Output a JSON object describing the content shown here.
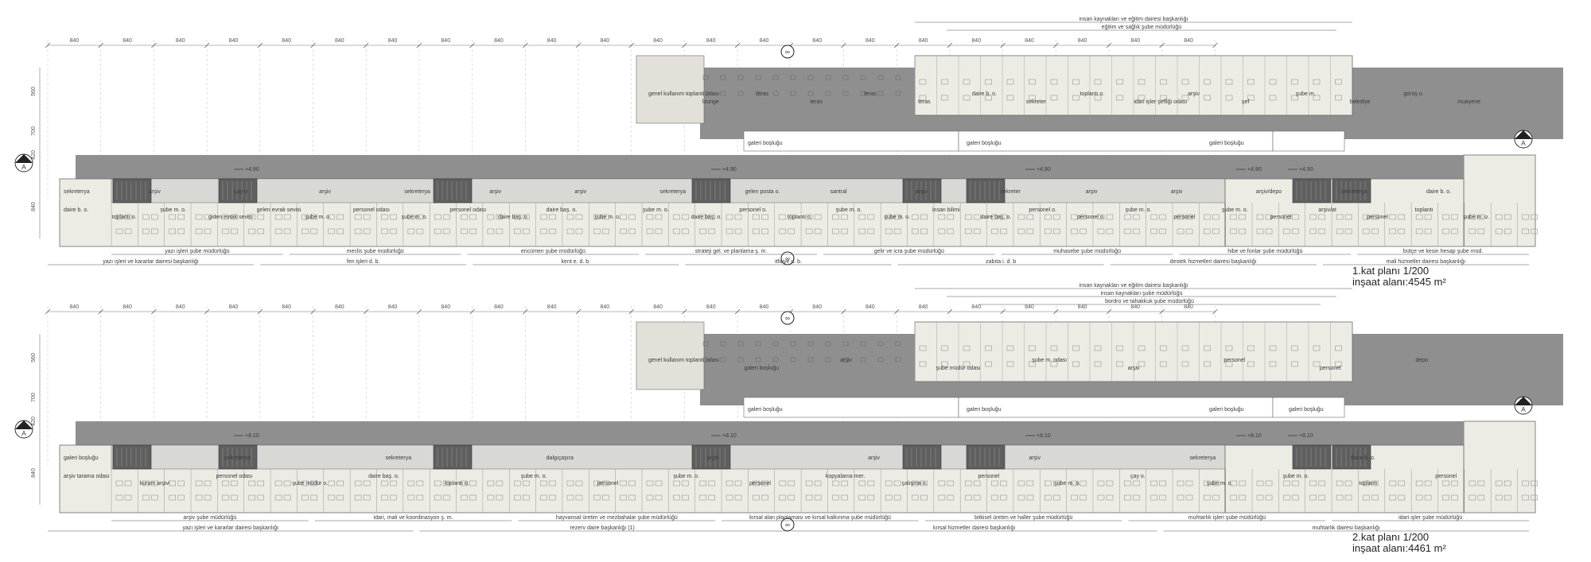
{
  "grid_label": "840",
  "height_dims": [
    "560",
    "700",
    "420",
    "840"
  ],
  "section_mark": "A",
  "axis_mark": "∞",
  "plans": [
    {
      "title": "1.kat planı    1/200",
      "area": "inşaat alanı:4545 m²",
      "levels": [
        "+4.90",
        "+4.90",
        "+4.90",
        "+4.90",
        "+4.90"
      ],
      "top_rooms": [
        "genel kullanım toplantı odası",
        "lounge",
        "teras",
        "teras",
        "teras",
        "teras",
        "daire b. o.",
        "sekreter",
        "toplantı o.",
        "idari işler şefliği odası",
        "arşiv",
        "şef",
        "şube m.",
        "belediye",
        "görüş o.",
        "muayene"
      ],
      "galleries": [
        "galeri boşluğu",
        "galeri boşluğu",
        "galeri boşluğu"
      ],
      "band_rooms": [
        "sekreterya",
        "arşiv",
        "çay o.",
        "arşiv",
        "sekreterya",
        "arşiv",
        "arşiv",
        "sekreterya",
        "gelen posta o.",
        "santral",
        "arşiv",
        "sekreter",
        "arşiv",
        "arşiv",
        "arşiv/depo",
        "sekreterya",
        "daire b. o."
      ],
      "bottom_rooms": [
        "daire b. o.",
        "toplantı o.",
        "şube m. o.",
        "giden evrak sevisi",
        "gelen evrak sevisi",
        "şube m. o.",
        "personel odası",
        "şube m. o.",
        "personel odası",
        "daire baş. o.",
        "daire baş. o.",
        "şube m. o.",
        "şube m. o.",
        "daire baş. o.",
        "personel o.",
        "toplantı o.",
        "şube m. o.",
        "şube m. o.",
        "insan bilimi",
        "daire baş. o.",
        "personel o.",
        "personel o.",
        "şube m. o.",
        "personel",
        "şube m. o.",
        "personel",
        "arşiv/at",
        "personel",
        "toplantı",
        "şube m. o."
      ],
      "top_depts": [
        {
          "label": "insan kaynakları ve eğitim dairesi başkanlığı"
        },
        {
          "label": "eğitim ve sağlık şube müdürlüğü"
        }
      ],
      "bottom_depts": [
        {
          "label": "yazı işleri şube müdürlüğü"
        },
        {
          "label": "meclis şube müdürlüğü"
        },
        {
          "label": "encümen şube müdürlüğü"
        },
        {
          "label": "strateji gel. ve planlama ş. m."
        },
        {
          "label": "gelir ve icra şube müdürlüğü"
        },
        {
          "label": "muhasebe şube müdürlüğü"
        },
        {
          "label": "hibe ve fonlar şube müdürlüğü"
        },
        {
          "label": "bütçe ve kesin hesap şube müd."
        }
      ],
      "bottom_depts2": [
        {
          "label": "yazı işleri ve kararlar dairesi başkanlığı"
        },
        {
          "label": "fen işleri d. b."
        },
        {
          "label": "kent e. d. b."
        },
        {
          "label": "itfaiye d. b."
        },
        {
          "label": "zabıta i. d. b"
        },
        {
          "label": "destek hizmetleri dairesi başkanlığı"
        },
        {
          "label": "mali hizmetler dairesi başkanlığı"
        }
      ]
    },
    {
      "title": "2.kat planı    1/200",
      "area": "inşaat alanı:4461 m²",
      "levels": [
        "+8.10",
        "+8.10",
        "+8.10",
        "+8.10",
        "+8.10"
      ],
      "top_rooms": [
        "genel kullanım toplantı odası",
        "galeri boşluğu",
        "arşiv",
        "şube müdür odası",
        "şube m. odası",
        "arşiv",
        "personel",
        "personel",
        "depo"
      ],
      "galleries": [
        "galeri boşluğu",
        "galeri boşluğu",
        "galeri boşluğu",
        "galeri boşluğu"
      ],
      "band_rooms": [
        "galeri boşluğu",
        "sekreterya",
        "sekreterya",
        "dalgıçaşıra",
        "arşiv",
        "arşiv",
        "arşiv",
        "sekreterya",
        "daire b. o."
      ],
      "bottom_rooms": [
        "arşiv tarama odası",
        "kurum arşivi",
        "personel odası",
        "şube müdür o.",
        "daire baş. o.",
        "toplantı o.",
        "şube m. o.",
        "personel",
        "şube m. o.",
        "personel",
        "kopyalama mer.",
        "çalışma o.",
        "personel",
        "şube m. o.",
        "çay o.",
        "şube m. o.",
        "şube m. o.",
        "toplantı",
        "personel"
      ],
      "top_depts": [
        {
          "label": "insan kaynakları ve eğitim dairesi başkanlığı"
        },
        {
          "label": "insan kaynakları şube müdürlüğü"
        },
        {
          "label": "bordro ve tahakkuk şube müdürlüğü"
        }
      ],
      "bottom_depts": [
        {
          "label": "arşiv şube müdürlüğü"
        },
        {
          "label": "idari, mali ve koordinasyon ş. m."
        },
        {
          "label": "hayvansal üretim ve mezbahalar şube müdürlüğü"
        },
        {
          "label": "kırsal alan planlaması ve kırsal kalkınma şube müdürlüğü"
        },
        {
          "label": "bitkisel üretim ve haller şube müdürlüğü"
        },
        {
          "label": "muhtarlık işleri şube müdürlüğü"
        },
        {
          "label": "idari işler şube müdürlüğü"
        }
      ],
      "bottom_depts2": [
        {
          "label": "yazı işleri ve kararlar dairesi başkanlığı"
        },
        {
          "label": "rezerv daire başkanlığı (1)"
        },
        {
          "label": "kırsal hizmetler dairesi başkanlığı"
        },
        {
          "label": "muhtarlık dairesi başkanlığı"
        }
      ]
    }
  ]
}
